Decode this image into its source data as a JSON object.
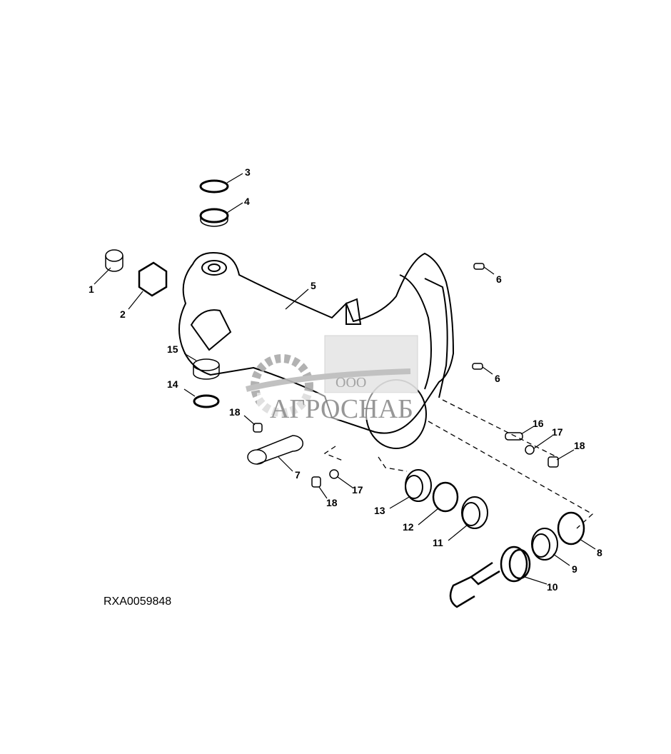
{
  "figure_id": "RXA0059848",
  "callouts": [
    "1",
    "2",
    "3",
    "4",
    "5",
    "6",
    "6",
    "7",
    "8",
    "9",
    "10",
    "11",
    "12",
    "13",
    "14",
    "15",
    "16",
    "17",
    "17",
    "18",
    "18",
    "18"
  ],
  "watermark": {
    "prefix": "ООО",
    "name": "АГРОСНАБ"
  }
}
